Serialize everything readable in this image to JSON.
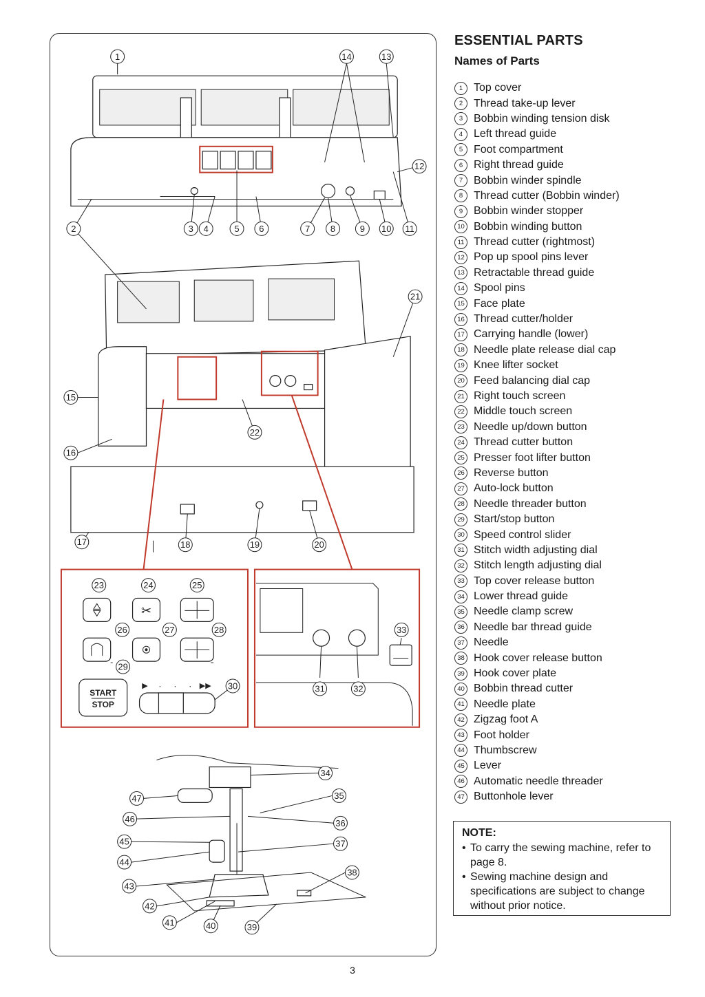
{
  "header": {
    "title": "ESSENTIAL PARTS",
    "subtitle": "Names of Parts"
  },
  "parts": [
    {
      "num": "1",
      "label": "Top cover"
    },
    {
      "num": "2",
      "label": "Thread take-up lever"
    },
    {
      "num": "3",
      "label": "Bobbin winding tension disk"
    },
    {
      "num": "4",
      "label": "Left thread guide"
    },
    {
      "num": "5",
      "label": "Foot compartment"
    },
    {
      "num": "6",
      "label": "Right thread guide"
    },
    {
      "num": "7",
      "label": "Bobbin winder spindle"
    },
    {
      "num": "8",
      "label": "Thread cutter (Bobbin winder)"
    },
    {
      "num": "9",
      "label": "Bobbin winder stopper"
    },
    {
      "num": "10",
      "label": "Bobbin winding button"
    },
    {
      "num": "11",
      "label": "Thread cutter (rightmost)"
    },
    {
      "num": "12",
      "label": "Pop up spool pins lever"
    },
    {
      "num": "13",
      "label": "Retractable thread guide"
    },
    {
      "num": "14",
      "label": "Spool pins"
    },
    {
      "num": "15",
      "label": "Face plate"
    },
    {
      "num": "16",
      "label": "Thread cutter/holder"
    },
    {
      "num": "17",
      "label": "Carrying handle (lower)"
    },
    {
      "num": "18",
      "label": "Needle plate release dial cap"
    },
    {
      "num": "19",
      "label": "Knee lifter socket"
    },
    {
      "num": "20",
      "label": "Feed balancing dial cap"
    },
    {
      "num": "21",
      "label": "Right touch screen"
    },
    {
      "num": "22",
      "label": "Middle touch screen"
    },
    {
      "num": "23",
      "label": "Needle up/down button"
    },
    {
      "num": "24",
      "label": "Thread cutter button"
    },
    {
      "num": "25",
      "label": "Presser foot lifter button"
    },
    {
      "num": "26",
      "label": "Reverse button"
    },
    {
      "num": "27",
      "label": "Auto-lock button"
    },
    {
      "num": "28",
      "label": "Needle threader button"
    },
    {
      "num": "29",
      "label": "Start/stop button"
    },
    {
      "num": "30",
      "label": "Speed control slider"
    },
    {
      "num": "31",
      "label": "Stitch width adjusting dial"
    },
    {
      "num": "32",
      "label": "Stitch length adjusting dial"
    },
    {
      "num": "33",
      "label": "Top cover release button"
    },
    {
      "num": "34",
      "label": "Lower thread guide"
    },
    {
      "num": "35",
      "label": "Needle clamp screw"
    },
    {
      "num": "36",
      "label": "Needle bar thread guide"
    },
    {
      "num": "37",
      "label": "Needle"
    },
    {
      "num": "38",
      "label": "Hook cover release button"
    },
    {
      "num": "39",
      "label": "Hook cover plate"
    },
    {
      "num": "40",
      "label": "Bobbin thread cutter"
    },
    {
      "num": "41",
      "label": "Needle plate"
    },
    {
      "num": "42",
      "label": "Zigzag foot A"
    },
    {
      "num": "43",
      "label": "Foot holder"
    },
    {
      "num": "44",
      "label": "Thumbscrew"
    },
    {
      "num": "45",
      "label": "Lever"
    },
    {
      "num": "46",
      "label": "Automatic needle threader"
    },
    {
      "num": "47",
      "label": "Buttonhole lever"
    }
  ],
  "note": {
    "title": "NOTE:",
    "items": [
      "To carry the sewing machine, refer to page 8.",
      "Sewing machine design and specifications are subject to change without prior notice."
    ]
  },
  "figure": {
    "start_label": "START",
    "stop_label": "STOP"
  },
  "page_number": "3"
}
